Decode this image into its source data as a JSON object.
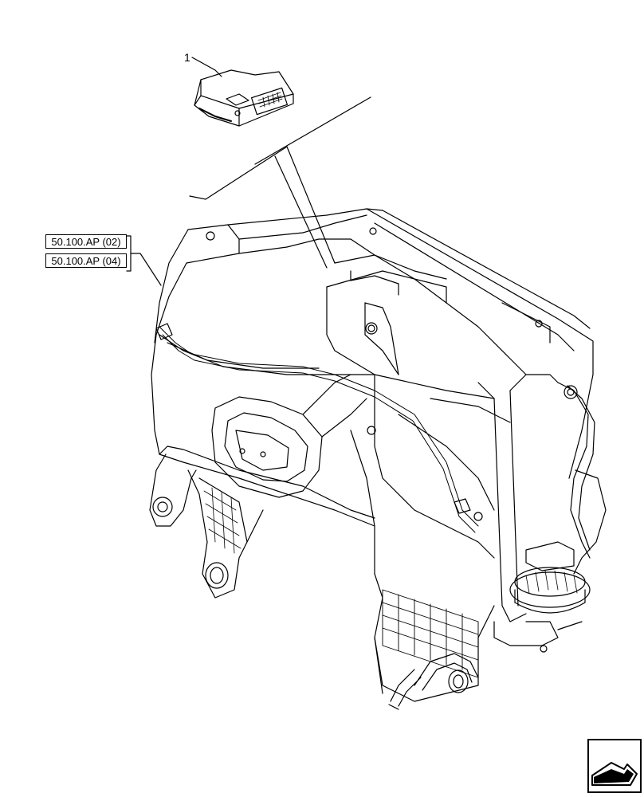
{
  "callouts": [
    {
      "id": "part-1",
      "label": "1"
    }
  ],
  "references": [
    {
      "label": "50.100.AP (02)"
    },
    {
      "label": "50.100.AP (04)"
    }
  ],
  "icons": {
    "navigation": "arrow-next-icon"
  }
}
